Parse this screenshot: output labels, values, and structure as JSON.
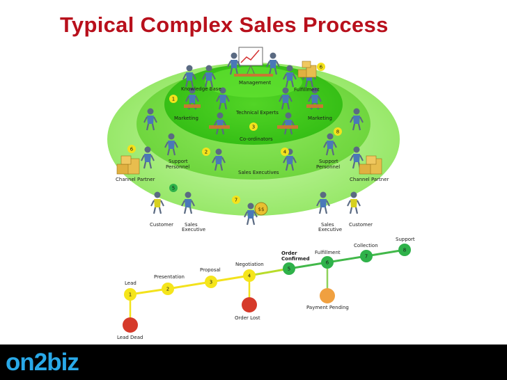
{
  "title": "Typical Complex Sales Process",
  "logo": "on2biz",
  "rings": {
    "management": "Management",
    "knowledge_base": "Knowledge Base",
    "fulfillment": "Fulfillment",
    "technical_experts": "Technical Experts",
    "marketing_left": "Marketing",
    "marketing_right": "Marketing",
    "coordinators": "Co-ordinators",
    "support_personnel_left": "Support\nPersonnel",
    "support_personnel_right": "Support\nPersonnel",
    "sales_executives": "Sales Executives",
    "channel_partner_left": "Channel Partner",
    "channel_partner_right": "Channel Partner",
    "customer_left": "Customer",
    "sales_executive_left": "Sales\nExecutive",
    "sales_executive_right": "Sales\nExecutive",
    "customer_right": "Customer"
  },
  "badges": [
    {
      "n": "1",
      "color": "yellow"
    },
    {
      "n": "2",
      "color": "yellow"
    },
    {
      "n": "3",
      "color": "yellow"
    },
    {
      "n": "4",
      "color": "yellow"
    },
    {
      "n": "5",
      "color": "green"
    },
    {
      "n": "6",
      "color": "yellow"
    },
    {
      "n": "6",
      "color": "yellow"
    },
    {
      "n": "7",
      "color": "yellow"
    },
    {
      "n": "8",
      "color": "yellow"
    }
  ],
  "timeline": {
    "stages": [
      {
        "n": "1",
        "label": "Lead",
        "color": "#f5e51b"
      },
      {
        "n": "2",
        "label": "Presentation",
        "color": "#f5e51b"
      },
      {
        "n": "3",
        "label": "Proposal",
        "color": "#f5e51b"
      },
      {
        "n": "4",
        "label": "Negotiation",
        "color": "#f5e51b"
      },
      {
        "n": "5",
        "label": "Order\nConfirmed",
        "color": "#2fb24a"
      },
      {
        "n": "6",
        "label": "Fulfillment",
        "color": "#2fb24a"
      },
      {
        "n": "7",
        "label": "Collection",
        "color": "#2fb24a"
      },
      {
        "n": "8",
        "label": "Support",
        "color": "#2fb24a"
      }
    ],
    "outcomes": [
      {
        "label": "Lead Dead",
        "color": "#d63a2a"
      },
      {
        "label": "Order Lost",
        "color": "#d63a2a"
      },
      {
        "label": "Payment Pending",
        "color": "#f0a040"
      }
    ]
  },
  "colors": {
    "title": "#b8101c",
    "ring_outer": "#a6f07a",
    "ring_middle": "#7de04c",
    "ring_inner": "#3ec81c",
    "footer": "#000000",
    "logo": "#29a9e8"
  }
}
